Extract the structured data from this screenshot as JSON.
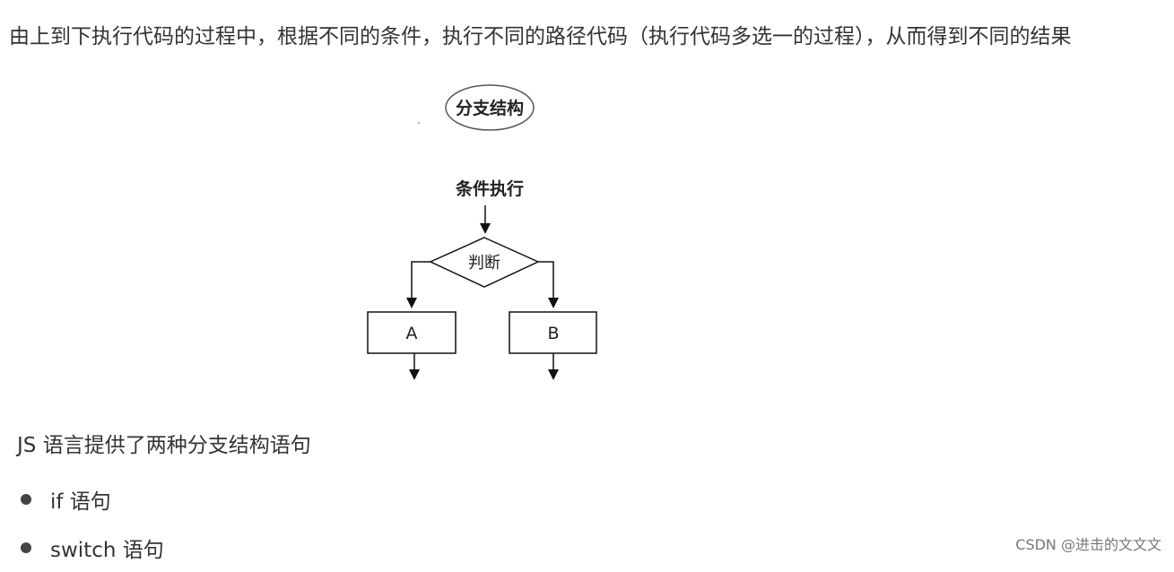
{
  "intro_text": "由上到下执行代码的过程中，根据不同的条件，执行不同的路径代码（执行代码多选一的过程），从而得到不同的结果",
  "diagram": {
    "title": "分支结构",
    "condition_label": "条件执行",
    "decision_label": "判断",
    "branch_a": "A",
    "branch_b": "B"
  },
  "subheading": "JS 语言提供了两种分支结构语句",
  "bullets": [
    {
      "label": "if 语句"
    },
    {
      "label": "switch 语句"
    }
  ],
  "watermark": "CSDN @进击的文文文"
}
